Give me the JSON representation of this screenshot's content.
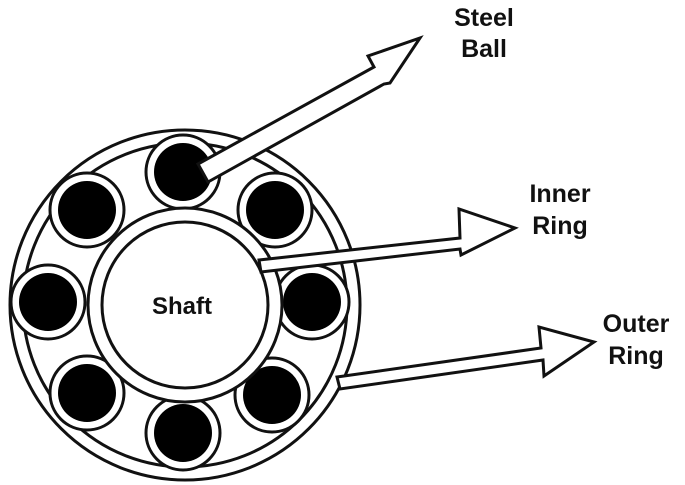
{
  "diagram": {
    "center_label": "Shaft",
    "labels": {
      "steel_ball_line1": "Steel",
      "steel_ball_line2": "Ball",
      "inner_ring_line1": "Inner",
      "inner_ring_line2": "Ring",
      "outer_ring_line1": "Outer",
      "outer_ring_line2": "Ring"
    },
    "ball_count": 8,
    "colors": {
      "stroke": "#111111",
      "ball_fill": "#000000",
      "background": "#ffffff"
    }
  }
}
